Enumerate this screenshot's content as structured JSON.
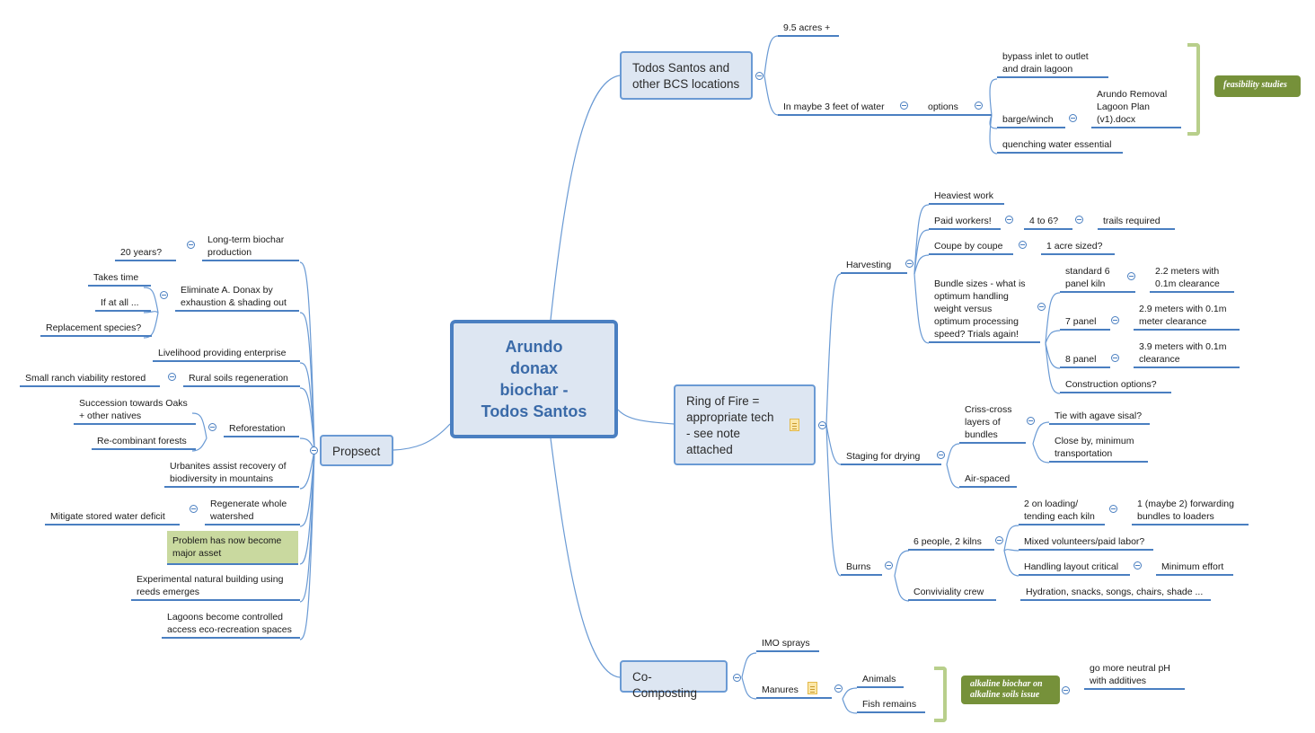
{
  "central": "Arundo\ndonax\nbiochar -\nTodos Santos",
  "todos": {
    "title": "Todos Santos and\nother BCS locations",
    "acres": "9.5 acres +",
    "water": "In maybe 3 feet of water",
    "options": "options",
    "bypass": "bypass inlet to outlet\nand drain lagoon",
    "barge": "barge/winch",
    "arundo_doc": "Arundo Removal\nLagoon Plan\n(v1).docx",
    "quench": "quenching water essential",
    "feasibility": "feasibility studies"
  },
  "ring": {
    "title": "Ring of Fire =\nappropriate tech\n- see note\nattached",
    "harvesting": "Harvesting",
    "heaviest": "Heaviest work",
    "paid": "Paid workers!",
    "four_six": "4 to 6?",
    "trails": "trails required",
    "coupe": "Coupe by coupe",
    "acre": "1 acre sized?",
    "bundle": "Bundle sizes - what is\noptimum handling\nweight versus\noptimum processing\nspeed? Trials again!",
    "std6": "standard 6\npanel kiln",
    "m22": "2.2 meters with\n0.1m clearance",
    "p7": "7 panel",
    "m29": "2.9 meters with 0.1m\nmeter clearance",
    "p8": "8 panel",
    "m39": "3.9 meters with 0.1m\nclearance",
    "construction": "Construction options?",
    "staging": "Staging for drying",
    "criss": "Criss-cross\nlayers of\nbundles",
    "tie": "Tie with agave sisal?",
    "close": "Close by, minimum\ntransportation",
    "airspaced": "Air-spaced",
    "burns": "Burns",
    "six": "6 people, 2 kilns",
    "two_loading": "2 on loading/\ntending each kiln",
    "forwarding": "1 (maybe 2) forwarding\nbundles to loaders",
    "mixed": "Mixed volunteers/paid labor?",
    "handling": "Handling layout critical",
    "minimum": "Minimum effort",
    "convivial": "Conviviality crew",
    "hydration": "Hydration, snacks, songs, chairs, shade ..."
  },
  "compost": {
    "title": "Co-Composting",
    "imo": "IMO sprays",
    "manures": "Manures",
    "animals": "Animals",
    "fish": "Fish remains",
    "alkaline": "alkaline biochar on\nalkaline soils issue",
    "neutral": "go more neutral pH\nwith additives"
  },
  "prospect": {
    "title": "Propsect",
    "longterm": "Long-term biochar\nproduction",
    "twenty": "20 years?",
    "eliminate": "Eliminate A. Donax by\nexhaustion & shading out",
    "takes": "Takes time",
    "ifatall": "If at all ...",
    "replacement": "Replacement species?",
    "livelihood": "Livelihood providing enterprise",
    "rural": "Rural soils regeneration",
    "smallranch": "Small ranch viability restored",
    "reforest": "Reforestation",
    "succession": "Succession towards Oaks\n+ other natives",
    "recombinant": "Re-combinant forests",
    "urbanites": "Urbanites assist recovery of\nbiodiversity in mountains",
    "regenerate": "Regenerate whole\nwatershed",
    "mitigate": "Mitigate stored water deficit",
    "problem": "Problem has now become\nmajor asset",
    "experimental": "Experimental natural building using\nreeds emerges",
    "lagoons": "Lagoons become controlled\naccess eco-recreation spaces"
  },
  "colors": {
    "line": "#4a7fc1",
    "box_fill": "#dde6f2",
    "green": "#76913a",
    "bracket": "#b8cf8b"
  }
}
